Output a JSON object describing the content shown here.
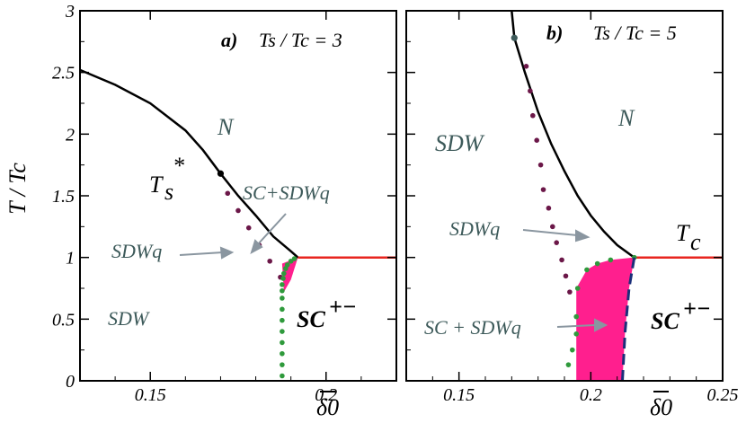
{
  "chart_data": [
    {
      "panel": "a",
      "type": "line",
      "title_prefix": "a)",
      "title_expr": "Ts / Tc = 3",
      "xlabel": "δ0",
      "ylabel": "T / Tc",
      "xlim": [
        0.13,
        0.22
      ],
      "ylim": [
        0,
        3
      ],
      "xticks": [
        "0.15",
        "0.2"
      ],
      "yticks": [
        "0",
        "0.5",
        "1",
        "1.5",
        "2",
        "2.5",
        "3"
      ],
      "region_labels": {
        "N": "N",
        "SDW": "SDW",
        "SDWq": "SDWq",
        "SC": "SC",
        "SC_sup": "+−",
        "SCSDWq": "SC+SDWq",
        "Ts": "T",
        "Ts_sub": "s",
        "Ts_sup": "*"
      },
      "series": [
        {
          "role": "Ts-line",
          "color": "#000000",
          "x": [
            0.13,
            0.14,
            0.15,
            0.16,
            0.165,
            0.17,
            0.175,
            0.18,
            0.185,
            0.19,
            0.192
          ],
          "y": [
            2.52,
            2.4,
            2.25,
            2.03,
            1.87,
            1.68,
            1.5,
            1.34,
            1.17,
            1.05,
            1.0
          ]
        },
        {
          "role": "Tc-line",
          "color": "#e8251f",
          "x": [
            0.192,
            0.22
          ],
          "y": [
            1.0,
            1.0
          ]
        },
        {
          "role": "SDWq-dots",
          "color": "#6b1748",
          "x": [
            0.172,
            0.175,
            0.178,
            0.181,
            0.184,
            0.187
          ],
          "y": [
            1.52,
            1.38,
            1.24,
            1.1,
            0.97,
            0.84
          ]
        },
        {
          "role": "SC+SDWq-boundary-dots",
          "color": "#2f9a3c",
          "x": [
            0.1875,
            0.1875,
            0.1875,
            0.1875,
            0.1875,
            0.1875,
            0.1875,
            0.1875,
            0.1875,
            0.1875,
            0.1878,
            0.188,
            0.1885,
            0.189,
            0.19,
            0.191
          ],
          "y": [
            0.04,
            0.13,
            0.22,
            0.31,
            0.4,
            0.49,
            0.58,
            0.67,
            0.73,
            0.78,
            0.83,
            0.87,
            0.91,
            0.94,
            0.97,
            0.99
          ]
        },
        {
          "role": "Ts-star-marker",
          "color": "#000000",
          "x": [
            0.17
          ],
          "y": [
            1.68
          ]
        }
      ],
      "regions": [
        {
          "name": "SC+SDWq",
          "color": "#ff1f8e",
          "x": [
            0.1875,
            0.192,
            0.19,
            0.188
          ],
          "y": [
            0.95,
            1.0,
            0.82,
            0.72
          ]
        }
      ]
    },
    {
      "panel": "b",
      "type": "line",
      "title_prefix": "b)",
      "title_expr": "Ts / Tc = 5",
      "xlabel": "δ0",
      "ylabel": "",
      "xlim": [
        0.13,
        0.25
      ],
      "ylim": [
        0,
        3
      ],
      "xticks": [
        "0.15",
        "0.2",
        "0.25"
      ],
      "yticks": [],
      "region_labels": {
        "N": "N",
        "SDW": "SDW",
        "SDWq": "SDWq",
        "SC": "SC",
        "SC_sup": "+−",
        "SCSDWq": "SC + SDWq",
        "Tc": "T",
        "Tc_sub": "c"
      },
      "series": [
        {
          "role": "Ts-line",
          "color": "#000000",
          "x": [
            0.17,
            0.171,
            0.175,
            0.18,
            0.185,
            0.19,
            0.195,
            0.2,
            0.205,
            0.21,
            0.2165
          ],
          "y": [
            3.0,
            2.78,
            2.5,
            2.18,
            1.92,
            1.7,
            1.5,
            1.34,
            1.21,
            1.1,
            1.0
          ]
        },
        {
          "role": "Tc-line",
          "color": "#e8251f",
          "x": [
            0.2165,
            0.25
          ],
          "y": [
            1.0,
            1.0
          ]
        },
        {
          "role": "SDWq-dots",
          "color": "#6b1748",
          "x": [
            0.1755,
            0.177,
            0.178,
            0.1795,
            0.181,
            0.182,
            0.184,
            0.1855,
            0.187,
            0.189,
            0.1905,
            0.192
          ],
          "y": [
            2.55,
            2.35,
            2.15,
            1.95,
            1.75,
            1.55,
            1.4,
            1.25,
            1.12,
            0.98,
            0.85,
            0.72
          ]
        },
        {
          "role": "SC+SDWq-boundary-dots",
          "color": "#2f9a3c",
          "x": [
            0.1915,
            0.193,
            0.1945,
            0.1945,
            0.195,
            0.1985,
            0.2025,
            0.2075,
            0.2165
          ],
          "y": [
            0.13,
            0.25,
            0.38,
            0.52,
            0.75,
            0.9,
            0.95,
            0.98,
            1.0
          ]
        },
        {
          "role": "SC-boundary-dashed",
          "color": "#1b2f7a",
          "x": [
            0.212,
            0.213,
            0.2145,
            0.2165
          ],
          "y": [
            0.0,
            0.4,
            0.75,
            1.0
          ]
        },
        {
          "role": "Ts-marker",
          "color": "#3d5a5a",
          "x": [
            0.171
          ],
          "y": [
            2.78
          ]
        }
      ],
      "regions": [
        {
          "name": "SC+SDWq",
          "color": "#ff1f8e",
          "x": [
            0.1945,
            0.1945,
            0.1985,
            0.2025,
            0.2075,
            0.2165,
            0.2145,
            0.213,
            0.212
          ],
          "y": [
            0.0,
            0.75,
            0.9,
            0.95,
            0.98,
            1.0,
            0.75,
            0.4,
            0.0
          ]
        }
      ]
    }
  ]
}
